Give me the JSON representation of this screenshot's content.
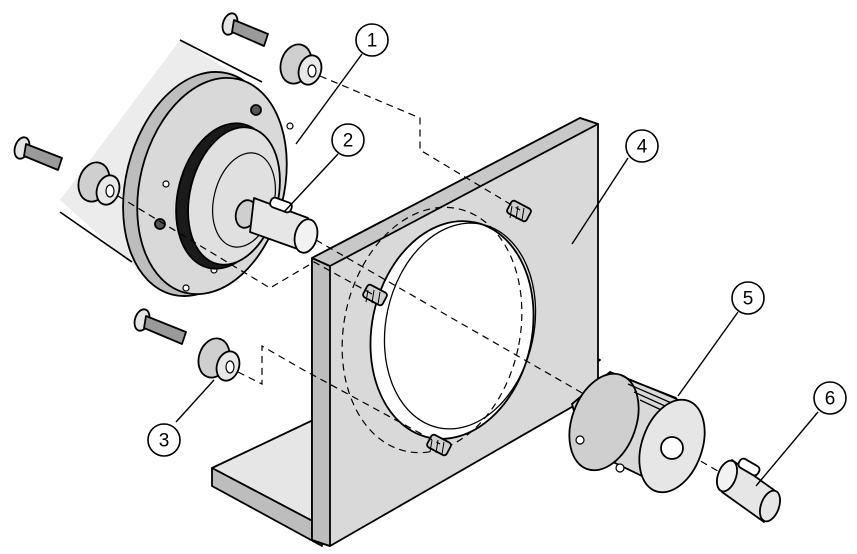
{
  "colors": {
    "part_fill": "#d9d9d9",
    "part_shade": "#bdbdbd",
    "outline": "#000000",
    "background": "#ffffff"
  },
  "callouts": [
    {
      "id": "1",
      "label": "1",
      "part": "encoder-mounting-flange"
    },
    {
      "id": "2",
      "label": "2",
      "part": "encoder-shaft"
    },
    {
      "id": "3",
      "label": "3",
      "part": "spacer-bushing"
    },
    {
      "id": "4",
      "label": "4",
      "part": "mounting-bracket"
    },
    {
      "id": "5",
      "label": "5",
      "part": "shaft-coupling"
    },
    {
      "id": "6",
      "label": "6",
      "part": "drive-shaft"
    }
  ]
}
